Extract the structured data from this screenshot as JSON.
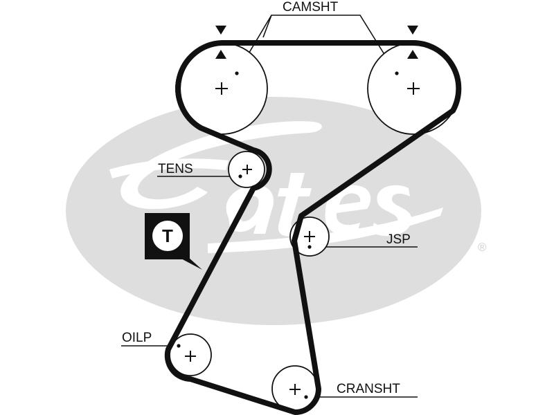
{
  "diagram": {
    "brand_watermark": "Gates",
    "registered_mark": "®",
    "badge_letter": "T",
    "labels": {
      "camshaft": "CAMSHT",
      "tensioner": "TENS",
      "jackshaft": "JSP",
      "oil_pump": "OILP",
      "crankshaft": "CRANSHT"
    },
    "colors": {
      "ink": "#111111",
      "watermark": "#dedede",
      "background": "#ffffff"
    },
    "icons": [
      "timing-mark-arrow-icon",
      "pulley-center-cross-icon",
      "tensioner-badge-icon"
    ]
  }
}
